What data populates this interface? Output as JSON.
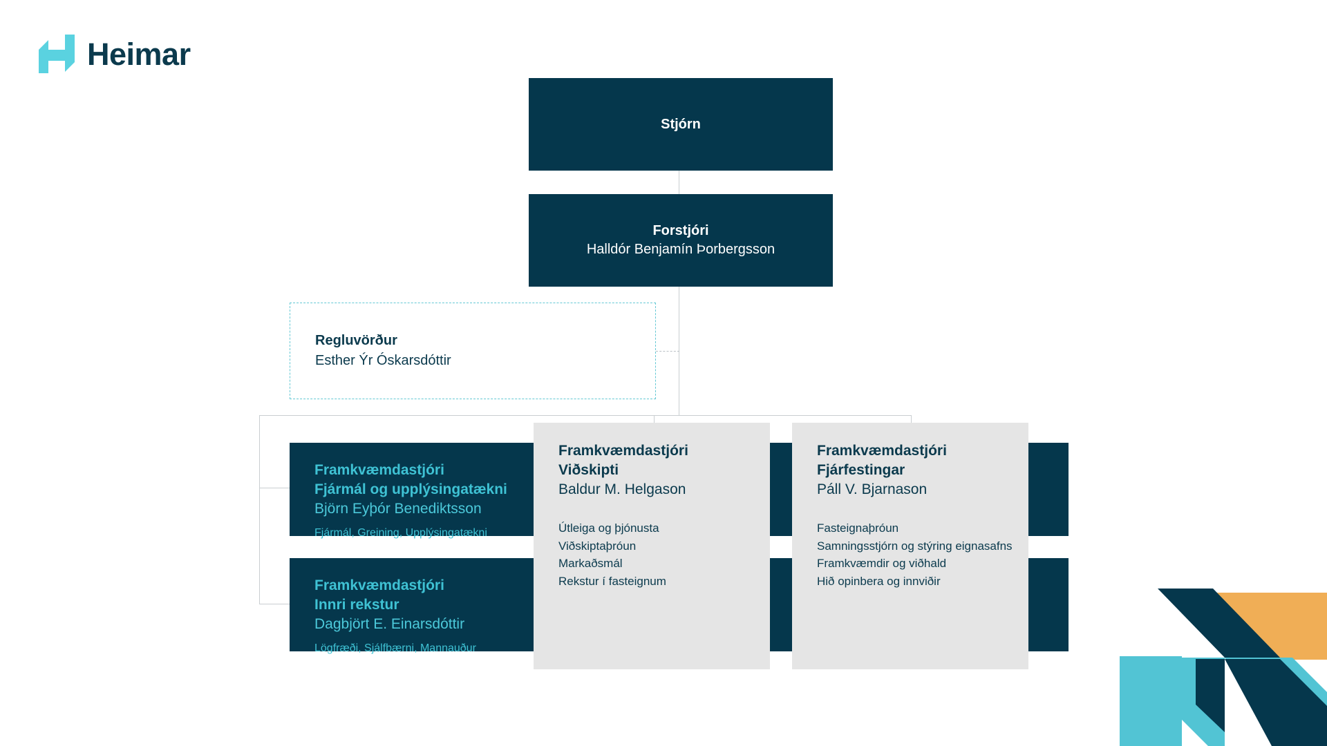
{
  "brand": {
    "name": "Heimar",
    "logo_icon": "heimar-h-mark",
    "colors": {
      "navy": "#05374c",
      "cyan": "#4cc9da",
      "grey_card": "#e5e5e5",
      "orange": "#f0ae56",
      "dashed_border": "#63c8d4",
      "connector": "#c9ced1"
    }
  },
  "chart": {
    "type": "org-chart",
    "board": {
      "title": "Stjórn"
    },
    "ceo": {
      "title": "Forstjóri",
      "name": "Halldór Benjamín Þorbergsson"
    },
    "compliance": {
      "title": "Regluvörður",
      "name": "Esther Ýr Óskarsdóttir"
    },
    "divisions": [
      {
        "role": "Framkvæmdastjóri",
        "unit": "Fjármál og upplýsingatækni",
        "name": "Björn Eyþór Benediktsson",
        "tags": "Fjármál, Greining, Upplýsingatækni",
        "style": "navy"
      },
      {
        "role": "Framkvæmdastjóri",
        "unit": "Innri rekstur",
        "name": "Dagbjört E. Einarsdóttir",
        "tags": "Lögfræði, Sjálfbærni, Mannauður",
        "style": "navy"
      },
      {
        "role": "Framkvæmdastjóri",
        "unit": "Viðskipti",
        "name": "Baldur M. Helgason",
        "items": [
          "Útleiga og þjónusta",
          "Viðskiptaþróun",
          "Markaðsmál",
          "Rekstur í fasteignum"
        ],
        "style": "grey"
      },
      {
        "role": "Framkvæmdastjóri",
        "unit": "Fjárfestingar",
        "name": "Páll V. Bjarnason",
        "items": [
          "Fasteignaþróun",
          "Samningsstjórn og stýring eignasafns",
          "Framkvæmdir og viðhald",
          "Hið opinbera og innviðir"
        ],
        "style": "grey"
      }
    ]
  }
}
